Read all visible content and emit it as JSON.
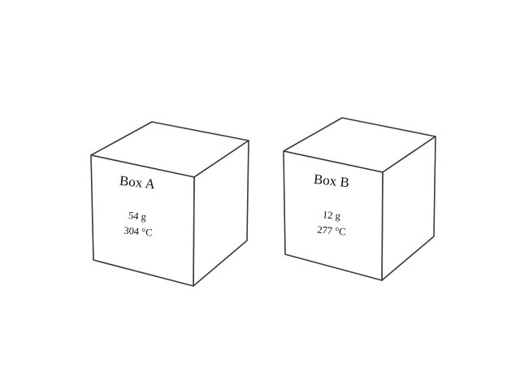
{
  "boxes": [
    {
      "name": "Box A",
      "mass": "54 g",
      "temperature": "304 °C"
    },
    {
      "name": "Box B",
      "mass": "12 g",
      "temperature": "277 °C"
    }
  ],
  "colors": {
    "background": "#ffffff",
    "outline": "#3a3a3a",
    "text": "#111111"
  }
}
